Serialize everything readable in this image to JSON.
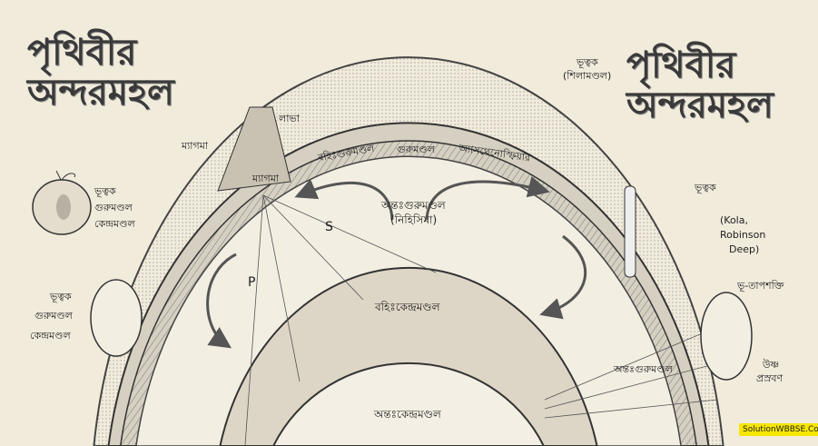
{
  "title_left": {
    "line1": "পৃথিবীর",
    "line2": "অন্দরমহল"
  },
  "title_right": {
    "line1": "পৃথিবীর",
    "line2": "অন্দরমহল"
  },
  "labels": {
    "lava": "লাভা",
    "magma_top": "ম্যাগমা",
    "magma_volcano": "ম্যাগমা",
    "outer_mantle": "বহিঃগুরুমণ্ডল",
    "mantle": "গুরুমণ্ডল",
    "asthenosphere": "অ্যাসথেনোস্ফিয়ার",
    "inner_mantle": "অন্তঃগুরুমণ্ডল",
    "nihisima": "(নিহিসিমা)",
    "s_wave": "S",
    "p_wave": "P",
    "outer_core": "বহিঃকেন্দ্রমণ্ডল",
    "inner_core": "অন্তঃকেন্দ্রমণ্ডল",
    "inner_mantle_lower": "অন্তঃগুরুমণ্ডল",
    "crust_lithosphere": "ভূত্বক",
    "lithosphere": "(শিলামণ্ডল)",
    "crust_right": "ভূত্বক",
    "kola": "(Kola,",
    "robinson": "Robinson",
    "deep": "Deep)",
    "geothermal": "ভূ-তাপশক্তি",
    "hot_spring_1": "উষ্ণ",
    "hot_spring_2": "প্রস্রবণ"
  },
  "apple": {
    "crust": "ভূত্বক",
    "mantle": "গুরুমণ্ডল",
    "core": "কেন্দ্রমণ্ডল"
  },
  "egg": {
    "crust": "ভূত্বক",
    "mantle": "গুরুমণ্ডল",
    "core": "কেন্দ্রমণ্ডল"
  },
  "watermark": "SolutionWBBSE.Com"
}
